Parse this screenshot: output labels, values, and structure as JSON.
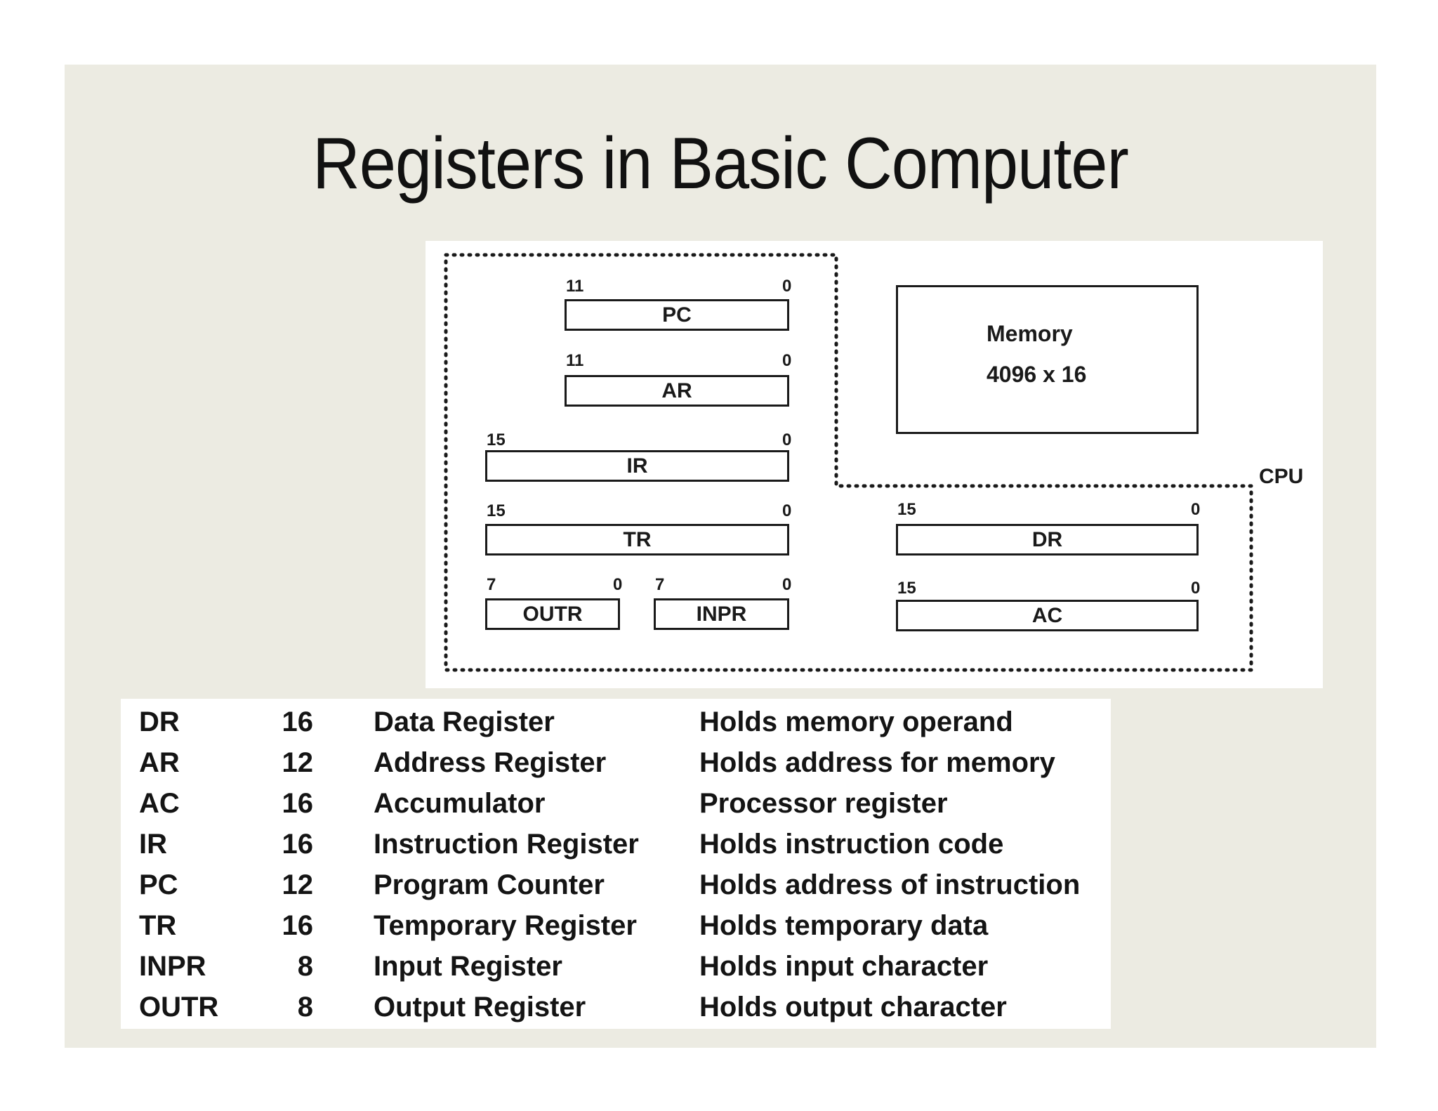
{
  "slide": {
    "title": "Registers in Basic Computer",
    "background": "#ecebe2"
  },
  "diagram": {
    "cpu_label": "CPU",
    "memory": {
      "label": "Memory",
      "size": "4096 x 16"
    },
    "registers": [
      {
        "name": "PC",
        "high_bit": "11",
        "low_bit": "0"
      },
      {
        "name": "AR",
        "high_bit": "11",
        "low_bit": "0"
      },
      {
        "name": "IR",
        "high_bit": "15",
        "low_bit": "0"
      },
      {
        "name": "TR",
        "high_bit": "15",
        "low_bit": "0"
      },
      {
        "name": "OUTR",
        "high_bit": "7",
        "low_bit": "0"
      },
      {
        "name": "INPR",
        "high_bit": "7",
        "low_bit": "0"
      },
      {
        "name": "DR",
        "high_bit": "15",
        "low_bit": "0"
      },
      {
        "name": "AC",
        "high_bit": "15",
        "low_bit": "0"
      }
    ]
  },
  "register_table": [
    {
      "name": "DR",
      "bits": "16",
      "full_name": "Data Register",
      "description": "Holds memory operand"
    },
    {
      "name": "AR",
      "bits": "12",
      "full_name": "Address Register",
      "description": "Holds address for memory"
    },
    {
      "name": "AC",
      "bits": "16",
      "full_name": "Accumulator",
      "description": "Processor register"
    },
    {
      "name": "IR",
      "bits": "16",
      "full_name": "Instruction Register",
      "description": "Holds instruction code"
    },
    {
      "name": "PC",
      "bits": "12",
      "full_name": "Program Counter",
      "description": "Holds address of instruction"
    },
    {
      "name": "TR",
      "bits": "16",
      "full_name": "Temporary Register",
      "description": "Holds temporary data"
    },
    {
      "name": "INPR",
      "bits": "8",
      "full_name": "Input Register",
      "description": "Holds input character"
    },
    {
      "name": "OUTR",
      "bits": "8",
      "full_name": "Output Register",
      "description": "Holds output character"
    }
  ]
}
